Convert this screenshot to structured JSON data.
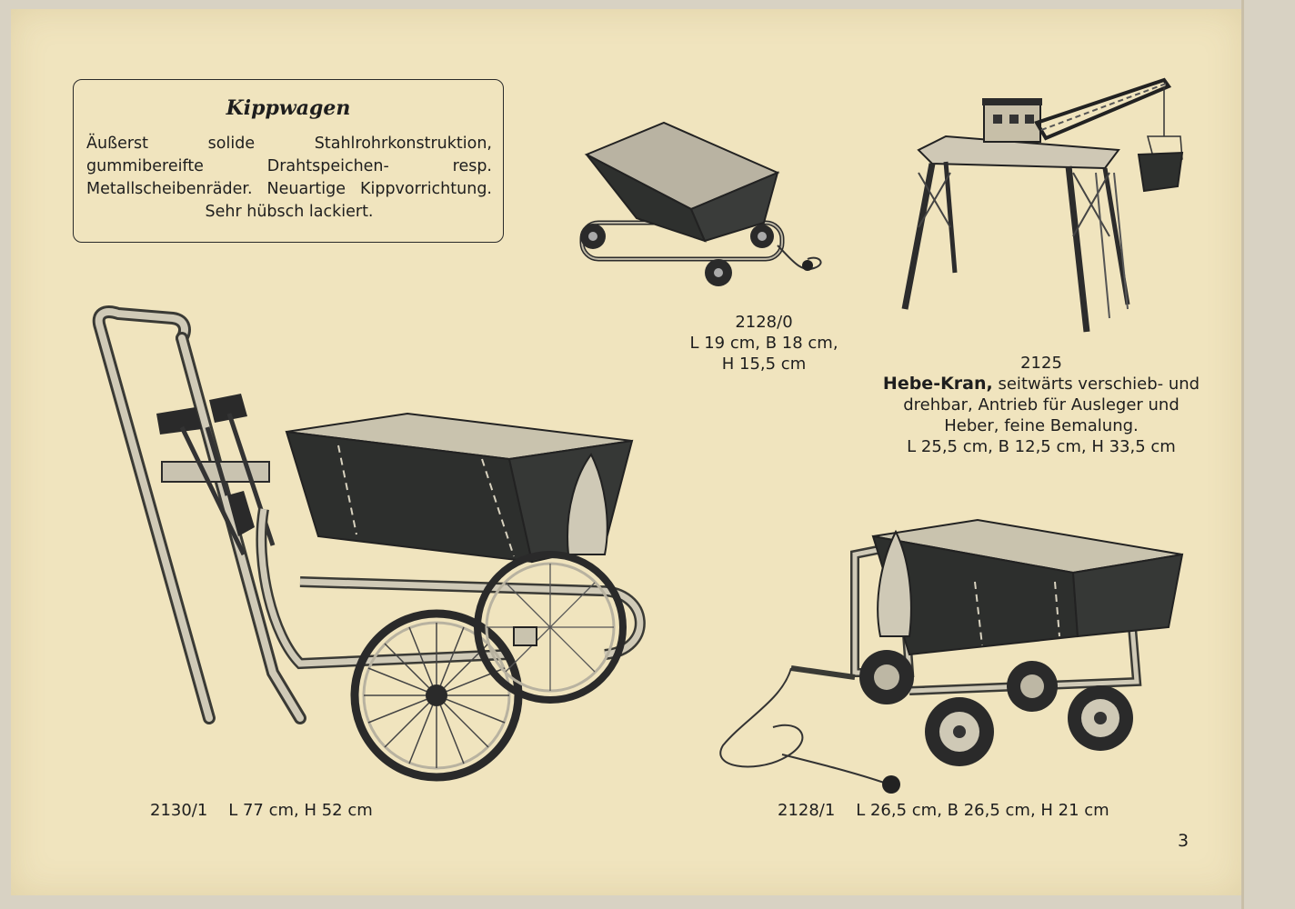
{
  "info_box": {
    "title": "Kippwagen",
    "body": "Äußerst solide Stahlrohrkonstruktion, gummibereifte Drahtspeichen- resp. Metallscheibenräder. Neuartige Kippvorrichtung. Sehr hübsch lackiert."
  },
  "items": {
    "small_cart": {
      "code": "2128/0",
      "dim_line1": "L 19 cm, B 18 cm,",
      "dim_line2": "H 15,5 cm"
    },
    "crane": {
      "code": "2125",
      "name": "Hebe-Kran,",
      "desc_line1": "seitwärts verschieb- und",
      "desc_line2": "drehbar, Antrieb für Ausleger und",
      "desc_line3": "Heber, feine Bemalung.",
      "dims": "L 25,5 cm, B 12,5 cm, H 33,5 cm"
    },
    "hand_cart": {
      "code": "2130/1",
      "dims": "L 77 cm, H 52 cm"
    },
    "four_wheel_cart": {
      "code": "2128/1",
      "dims": "L 26,5 cm, B 26,5 cm, H 21 cm"
    }
  },
  "page_number": "3",
  "colors": {
    "paper": "#f0e4be",
    "ink": "#1e1e1e",
    "metal": "#c8c2b0",
    "dark_body": "#2b2d2b"
  }
}
